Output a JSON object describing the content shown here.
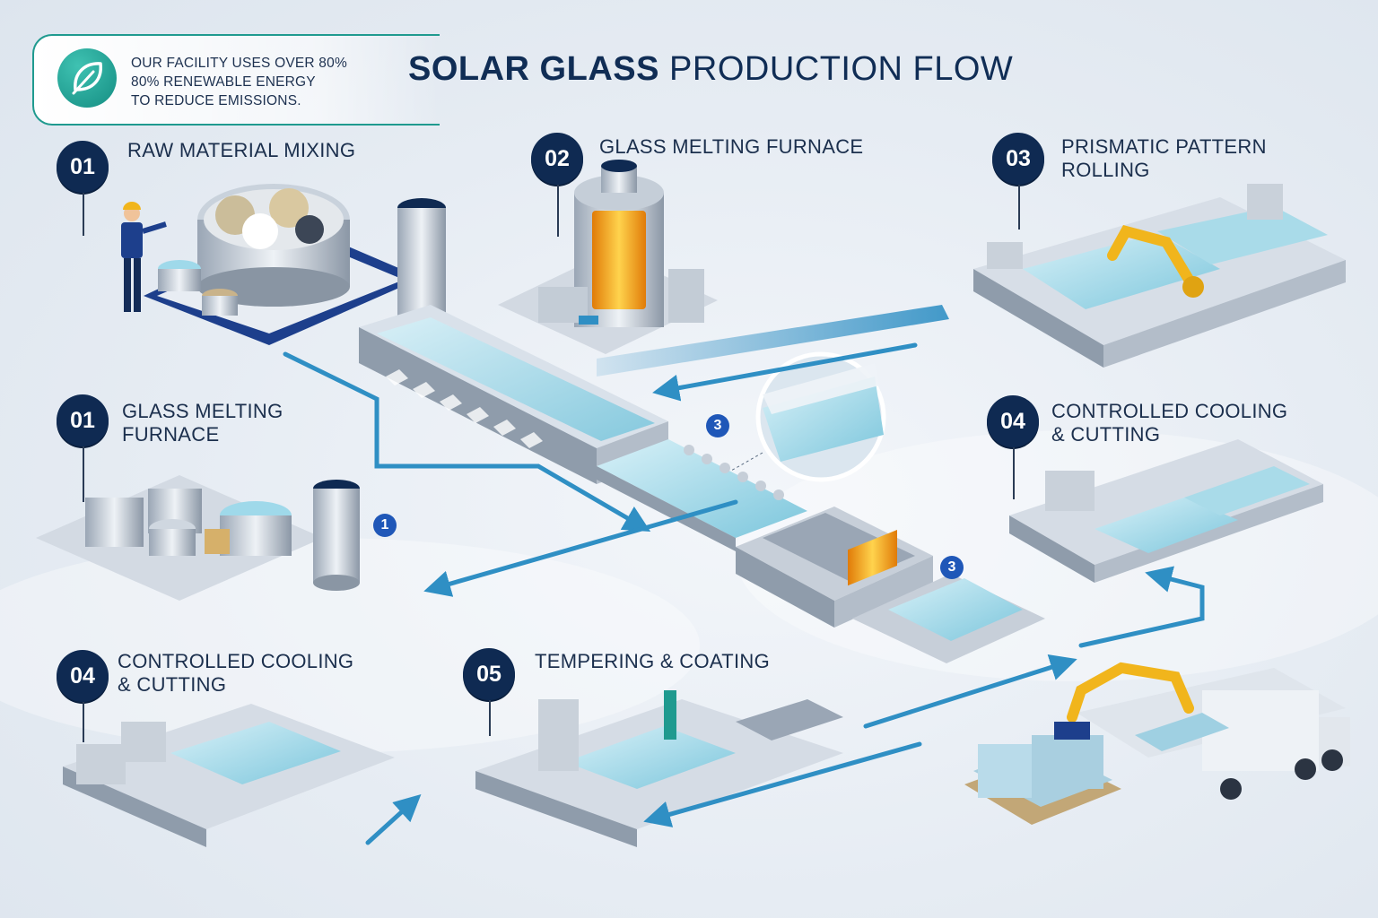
{
  "header": {
    "title_bold": "SOLAR GLASS",
    "title_regular": "PRODUCTION FLOW"
  },
  "sustainability_note": {
    "icon": "leaf-icon",
    "lines": [
      "OUR FACILITY USES OVER 80%",
      "80% RENEWABLE ENERGY",
      "TO REDUCE EMISSIONS."
    ]
  },
  "steps": [
    {
      "number": "01",
      "lines": [
        "RAW MATERIAL MIXING"
      ]
    },
    {
      "number": "02",
      "lines": [
        "GLASS MELTING FURNACE"
      ]
    },
    {
      "number": "03",
      "lines": [
        "PRISMATIC PATTERN",
        "ROLLING"
      ]
    },
    {
      "number": "01",
      "lines": [
        "GLASS MELTING",
        "FURNACE"
      ]
    },
    {
      "number": "04",
      "lines": [
        "CONTROLLED COOLING",
        "& CUTTING"
      ]
    },
    {
      "number": "04",
      "lines": [
        "CONTROLLED COOLING",
        "& CUTTING"
      ]
    },
    {
      "number": "05",
      "lines": [
        "TEMPERING & COATING"
      ]
    }
  ],
  "markers": [
    "3",
    "1",
    "3"
  ],
  "colors": {
    "navy": "#0f2a52",
    "teal": "#1f9a8f",
    "flow_arrow": "#2f8fc4",
    "glass": "#9fd9ea",
    "furnace_glow": "#f6a21b",
    "robot": "#f1b51c",
    "floor_accent": "#1d3f8c"
  }
}
